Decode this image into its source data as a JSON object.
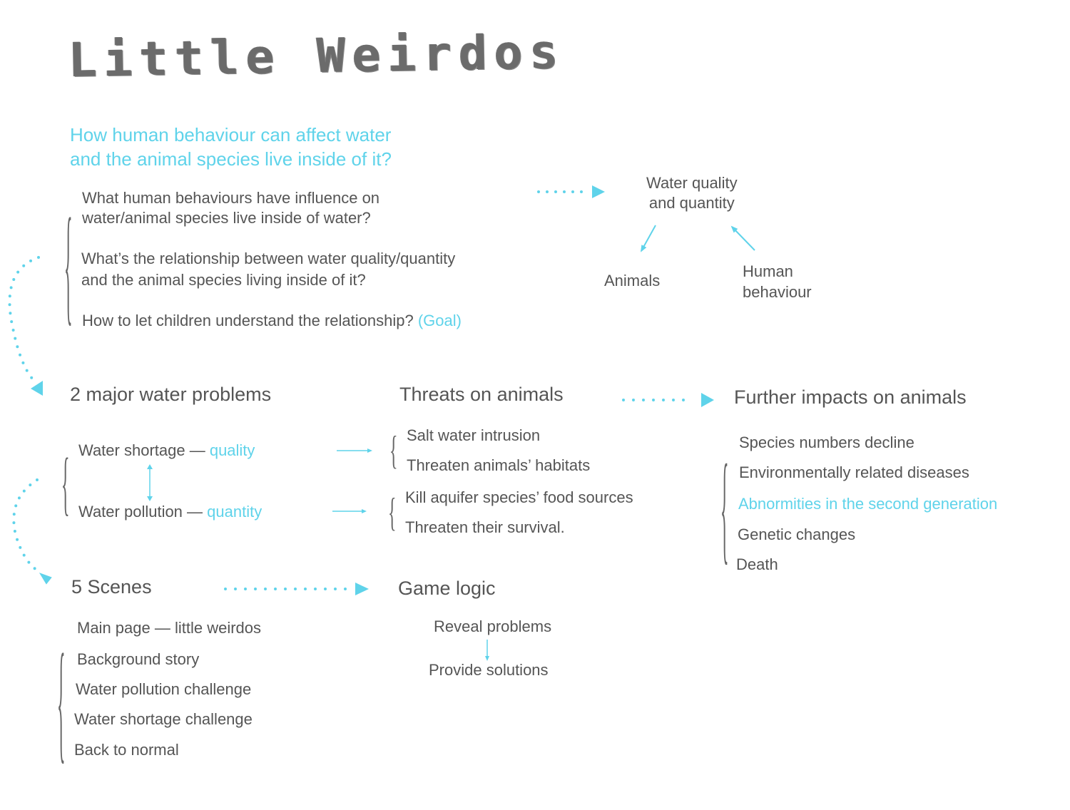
{
  "title": "Little Weirdos",
  "main_question": {
    "line1": "How human behaviour can affect water",
    "line2": "and the animal species live inside of it?"
  },
  "sub_questions": [
    {
      "line1": "What human behaviours have influence on",
      "line2": "water/animal species live inside of water?"
    },
    {
      "line1": "What’s the relationship between water quality/quantity",
      "line2": "and the animal species living inside of it?"
    },
    {
      "line1": "How to let children understand the relationship?",
      "tag": "(Goal)"
    }
  ],
  "cycle": {
    "center": {
      "line1": "Water quality",
      "line2": "and quantity"
    },
    "left": "Animals",
    "right": {
      "line1": "Human",
      "line2": "behaviour"
    }
  },
  "sections": {
    "water_problems": {
      "heading": "2 major water problems",
      "items": [
        {
          "label": "Water shortage —",
          "tag": "quality"
        },
        {
          "label": "Water pollution —",
          "tag": "quantity"
        }
      ]
    },
    "threats": {
      "heading": "Threats on animals",
      "groups": [
        [
          "Salt water intrusion",
          "Threaten animals’ habitats"
        ],
        [
          "Kill aquifer species’ food sources",
          "Threaten their survival."
        ]
      ]
    },
    "further_impacts": {
      "heading": "Further impacts on animals",
      "items": [
        {
          "label": "Species numbers decline",
          "highlight": false
        },
        {
          "label": "Environmentally related diseases",
          "highlight": false
        },
        {
          "label": "Abnormities in the second generation",
          "highlight": true
        },
        {
          "label": "Genetic changes",
          "highlight": false
        },
        {
          "label": "Death",
          "highlight": false
        }
      ]
    },
    "scenes": {
      "heading": "5 Scenes",
      "items": [
        "Main page — little weirdos",
        "Background story",
        "Water pollution challenge",
        "Water shortage challenge",
        "Back to normal"
      ]
    },
    "game_logic": {
      "heading": "Game logic",
      "steps": [
        "Reveal problems",
        "Provide solutions"
      ]
    }
  },
  "colors": {
    "accent": "#5fd3ea",
    "text": "#555555",
    "title": "#6b6b6b"
  }
}
